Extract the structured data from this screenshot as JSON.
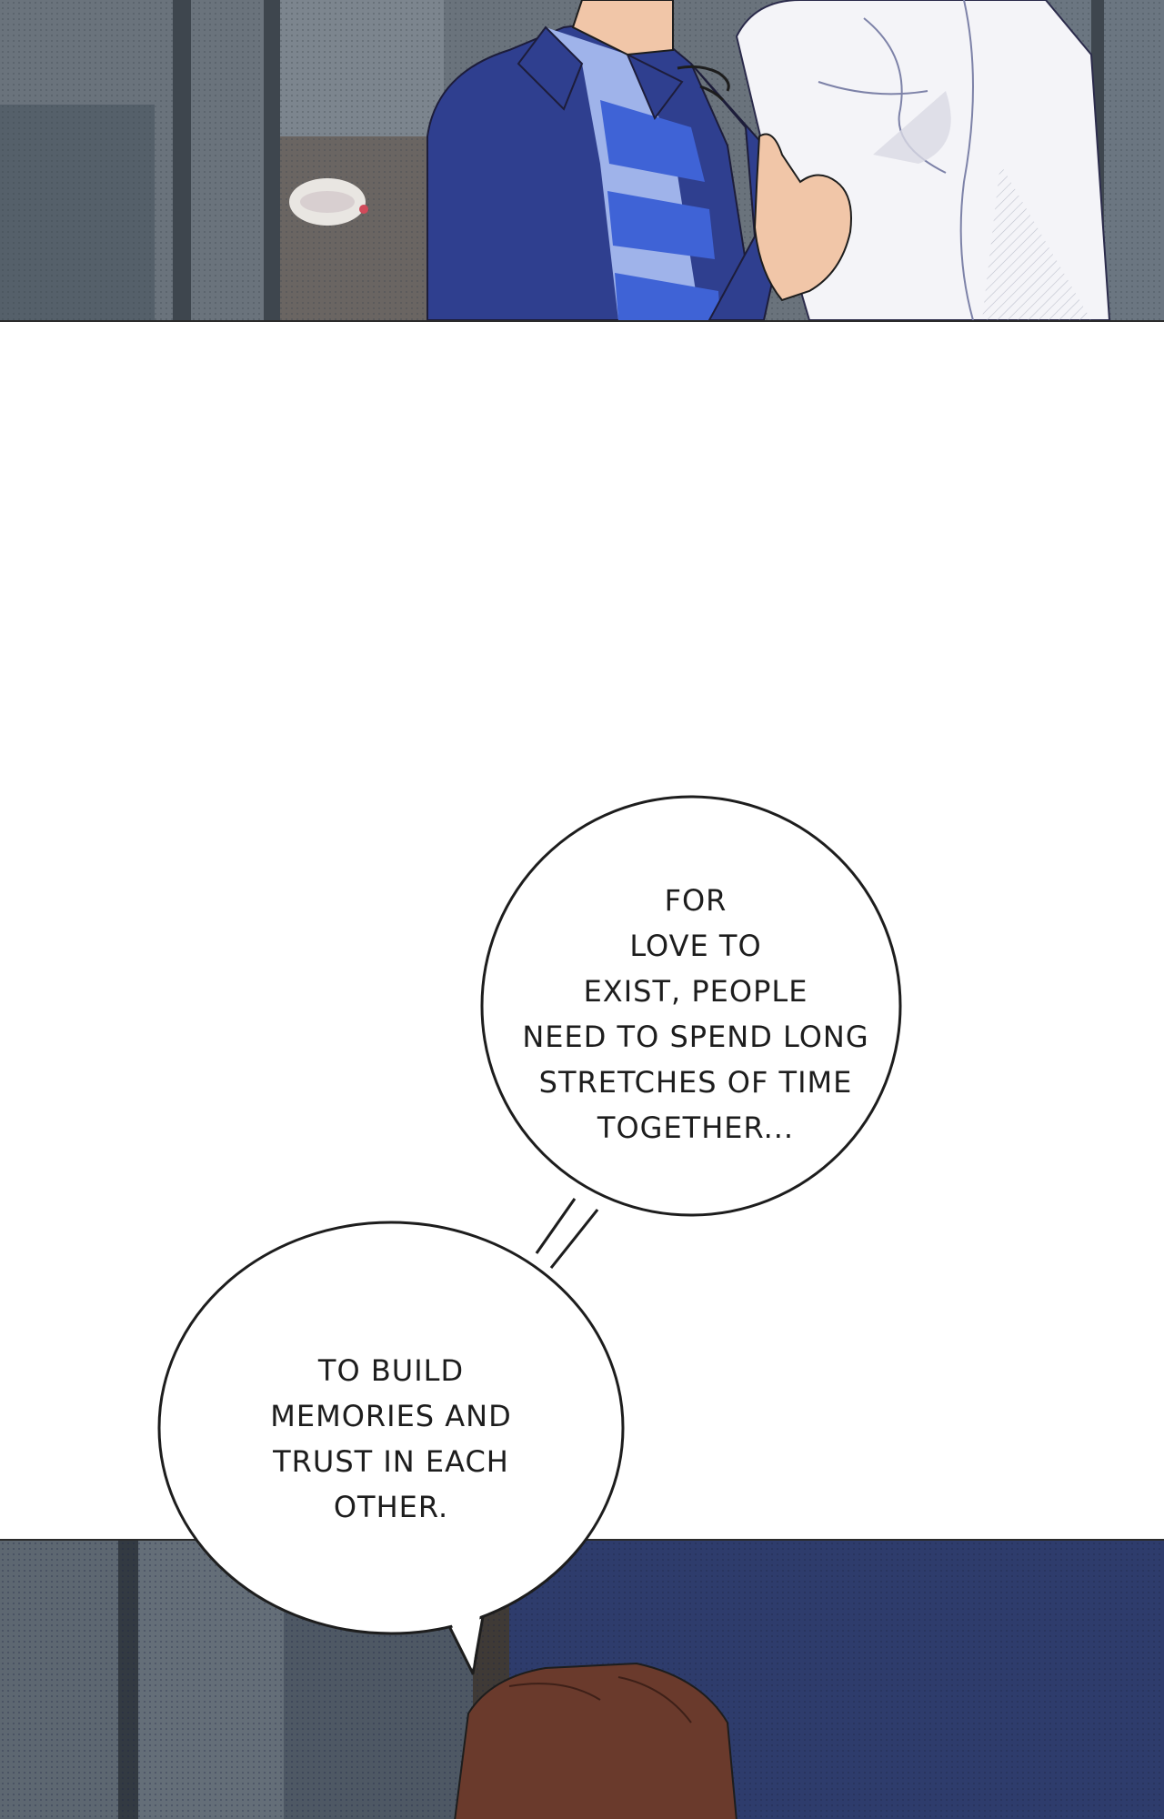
{
  "bubbles": [
    {
      "lines": [
        "FOR",
        "LOVE TO",
        "EXIST, PEOPLE",
        "NEED TO SPEND LONG",
        "STRETCHES OF TIME",
        "TOGETHER..."
      ]
    },
    {
      "lines": [
        "TO BUILD",
        "MEMORIES AND",
        "TRUST IN EACH",
        "OTHER."
      ]
    }
  ],
  "colors": {
    "jacket": "#2f3f8f",
    "shirt_stripe_blue": "#3f63d6",
    "shirt_light_blue": "#9fb3ea",
    "white_shirt": "#f4f4f8",
    "skin": "#f1c6a8",
    "background_gray": "#5e6770",
    "night_blue": "#2e3c6c",
    "hair_brown": "#6a3a2c",
    "ink": "#1d1d1d"
  }
}
